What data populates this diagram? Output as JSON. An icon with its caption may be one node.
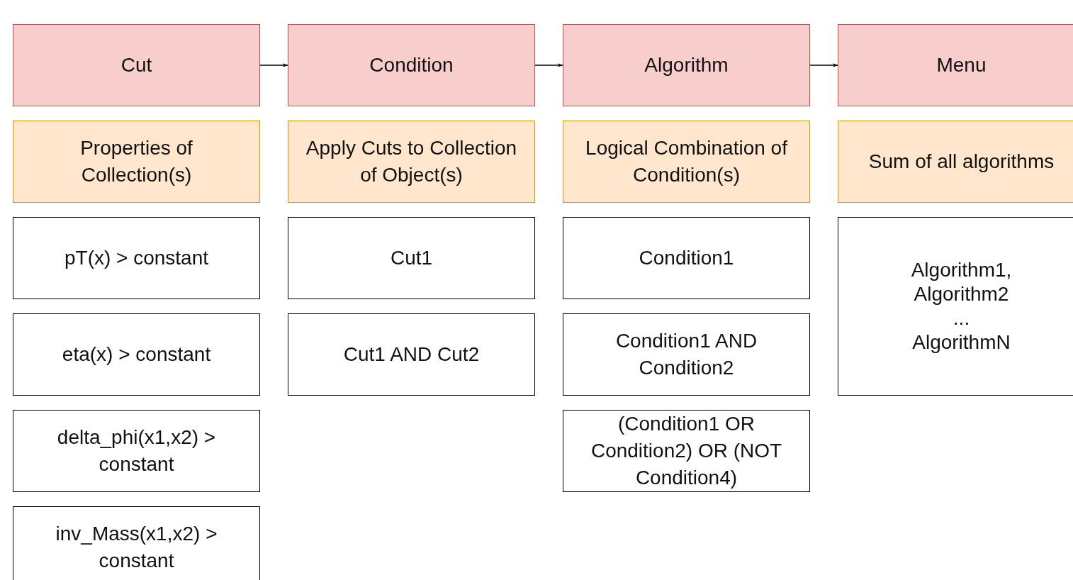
{
  "diagram": {
    "nodes": [
      {
        "text": [
          "Cut"
        ]
      },
      {
        "text": [
          "Condition"
        ]
      },
      {
        "text": [
          "Algorithm"
        ]
      },
      {
        "text": [
          "Menu"
        ]
      },
      {
        "text": [
          "Properties of Collection(s)"
        ]
      },
      {
        "text": [
          "Apply Cuts to Collection of Object(s)"
        ]
      },
      {
        "text": [
          "Logical Combination of Condition(s)"
        ]
      },
      {
        "text": [
          "Sum of all algorithms"
        ]
      },
      {
        "text": [
          "pT(x) > constant"
        ]
      },
      {
        "text": [
          "Cut1"
        ]
      },
      {
        "text": [
          "Condition1"
        ]
      },
      {
        "text": [
          "Algorithm1, Algorithm2",
          "...",
          "AlgorithmN"
        ]
      },
      {
        "text": [
          "eta(x) > constant"
        ]
      },
      {
        "text": [
          "Cut1 AND Cut2"
        ]
      },
      {
        "text": [
          "Condition1 AND Condition2"
        ]
      },
      {
        "text": [
          "delta_phi(x1,x2) > constant"
        ]
      },
      {
        "text": [
          "(Condition1 OR Condition2) OR (NOT Condition4)"
        ]
      },
      {
        "text": [
          "inv_Mass(x1,x2) > constant"
        ]
      }
    ],
    "edges": [
      {
        "from": 0,
        "to": 1,
        "arrow": "to"
      },
      {
        "from": 1,
        "to": 2,
        "arrow": "to"
      },
      {
        "from": 2,
        "to": 3,
        "arrow": "to"
      }
    ]
  }
}
